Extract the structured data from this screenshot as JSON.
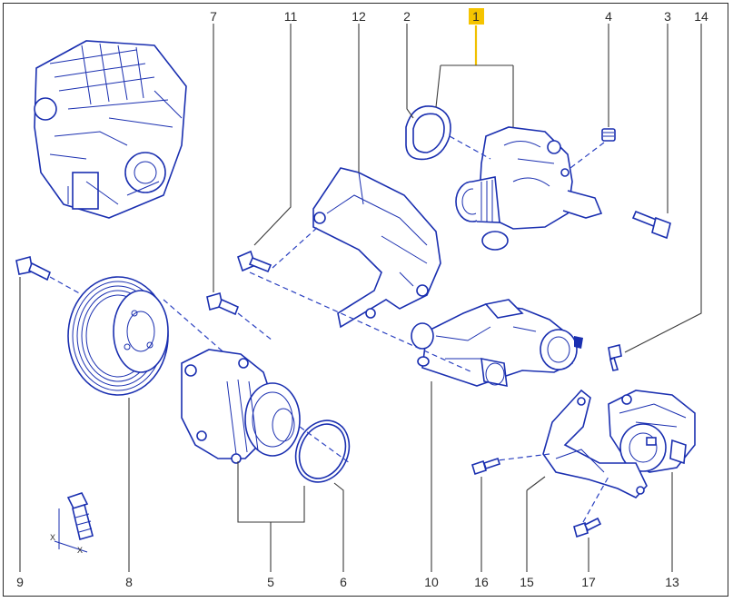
{
  "diagram": {
    "type": "exploded-parts-view",
    "highlighted_callout": "1",
    "colors": {
      "line_art": "#1a2fb0",
      "highlight": "#f5c400",
      "leader": "#3a3a3a"
    },
    "callouts": [
      {
        "id": "c1",
        "label": "1"
      },
      {
        "id": "c2",
        "label": "2"
      },
      {
        "id": "c3",
        "label": "3"
      },
      {
        "id": "c4",
        "label": "4"
      },
      {
        "id": "c5",
        "label": "5"
      },
      {
        "id": "c6",
        "label": "6"
      },
      {
        "id": "c7",
        "label": "7"
      },
      {
        "id": "c8",
        "label": "8"
      },
      {
        "id": "c9",
        "label": "9"
      },
      {
        "id": "c10",
        "label": "10"
      },
      {
        "id": "c11",
        "label": "11"
      },
      {
        "id": "c12",
        "label": "12"
      },
      {
        "id": "c13",
        "label": "13"
      },
      {
        "id": "c14",
        "label": "14"
      },
      {
        "id": "c15",
        "label": "15"
      },
      {
        "id": "c16",
        "label": "16"
      },
      {
        "id": "c17",
        "label": "17"
      }
    ],
    "torque_icon": {
      "label": "X"
    }
  }
}
